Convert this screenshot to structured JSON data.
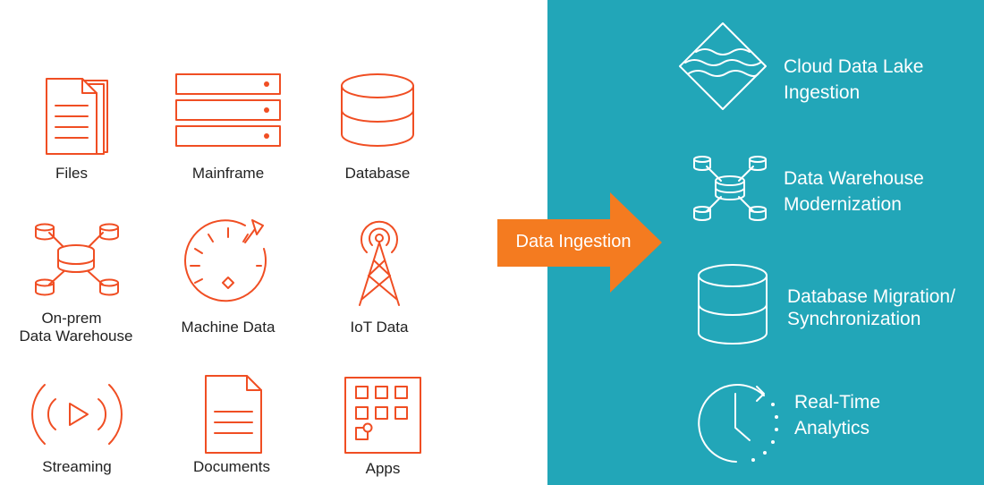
{
  "sources": {
    "files": "Files",
    "mainframe": "Mainframe",
    "database": "Database",
    "onprem_line1": "On-prem",
    "onprem_line2": "Data Warehouse",
    "machine": "Machine Data",
    "iot": "IoT Data",
    "streaming": "Streaming",
    "documents": "Documents",
    "apps": "Apps"
  },
  "arrow": {
    "label": "Data Ingestion"
  },
  "destinations": {
    "lake_line1": "Cloud Data Lake",
    "lake_line2": "Ingestion",
    "dw_line1": "Data Warehouse",
    "dw_line2": "Modernization",
    "migration_line1": "Database Migration/",
    "migration_line2": "Synchronization",
    "analytics_line1": "Real-Time",
    "analytics_line2": "Analytics"
  },
  "colors": {
    "icon_orange": "#f04e23",
    "arrow_orange": "#f47b20",
    "panel_teal": "#22a6b8",
    "text_dark": "#222222",
    "text_light": "#ffffff"
  },
  "icons": [
    "files-icon",
    "mainframe-icon",
    "database-icon",
    "data-warehouse-icon",
    "gauge-icon",
    "radio-tower-icon",
    "streaming-icon",
    "document-icon",
    "apps-grid-icon",
    "lake-icon",
    "data-warehouse-icon",
    "database-icon",
    "clock-icon"
  ]
}
